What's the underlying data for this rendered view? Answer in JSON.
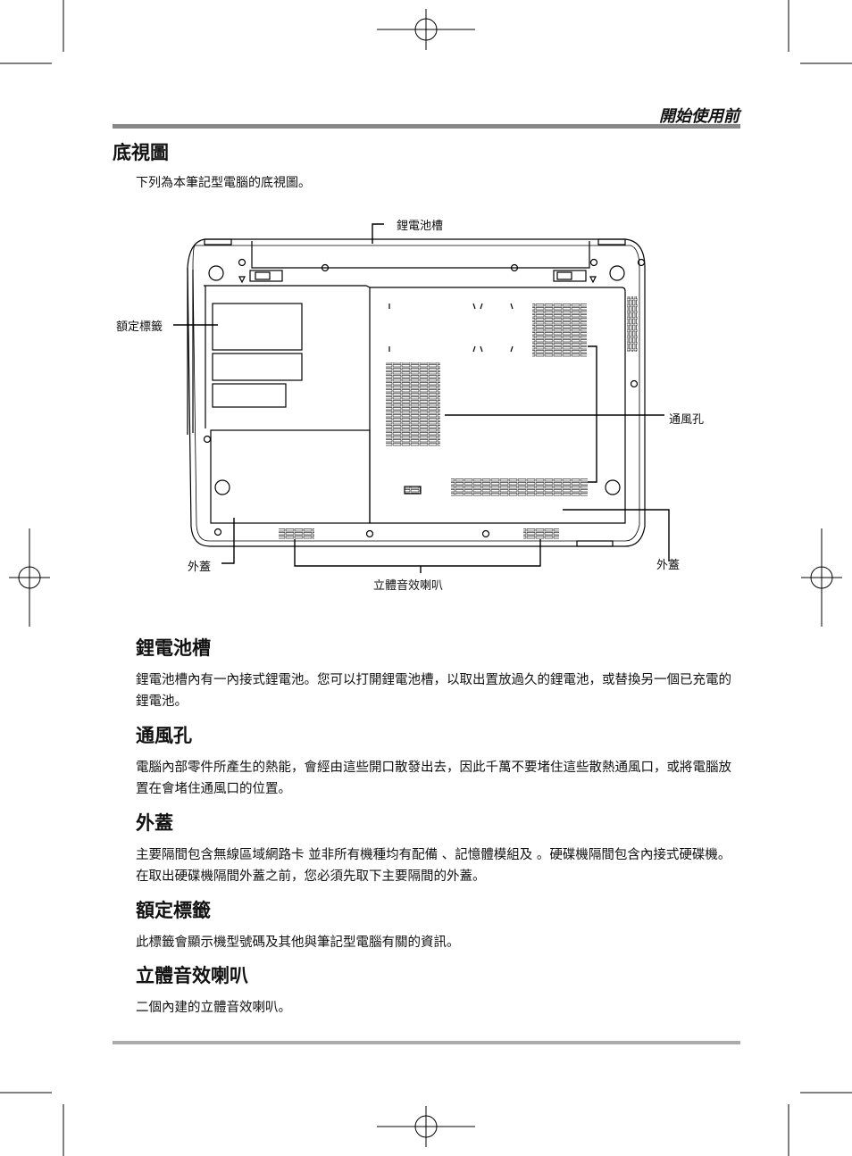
{
  "header": {
    "section_title": "開始使用前"
  },
  "page": {
    "heading": "底視圖",
    "intro": "下列為本筆記型電腦的底視圖。"
  },
  "diagram": {
    "labels": {
      "battery_bay": "鋰電池槽",
      "rating_label": "額定標籤",
      "vents": "通風孔",
      "cover_left": "外蓋",
      "cover_right": "外蓋",
      "speakers": "立體音效喇叭"
    }
  },
  "sections": [
    {
      "title": "鋰電池槽",
      "body": "鋰電池槽內有一內接式鋰電池。您可以打開鋰電池槽，以取出置放過久的鋰電池，或替換另一個已充電的鋰電池。"
    },
    {
      "title": "通風孔",
      "body": "電腦內部零件所產生的熱能，會經由這些開口散發出去，因此千萬不要堵住這些散熱通風口，或將電腦放置在會堵住通風口的位置。"
    },
    {
      "title": "外蓋",
      "body": "主要隔間包含無線區域網路卡  並非所有機種均有配備  、記憶體模組及         。硬碟機隔間包含內接式硬碟機。在取出硬碟機隔間外蓋之前，您必須先取下主要隔間的外蓋。"
    },
    {
      "title": "額定標籤",
      "body": "此標籤會顯示機型號碼及其他與筆記型電腦有關的資訊。"
    },
    {
      "title": "立體音效喇叭",
      "body": "二個內建的立體音效喇叭。"
    }
  ]
}
